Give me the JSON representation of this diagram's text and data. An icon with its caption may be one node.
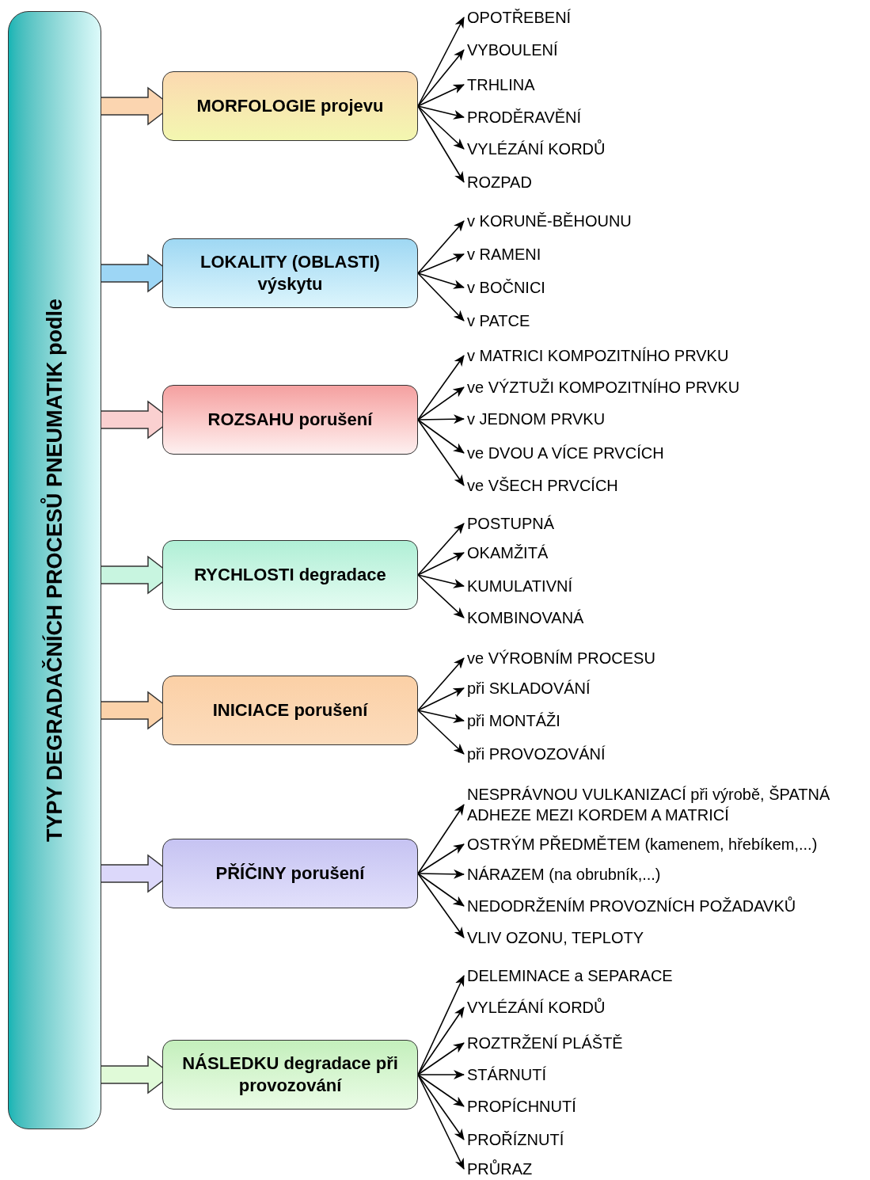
{
  "diagram": {
    "nodes": [
      {
        "text": [
          "TYPY DEGRADAČNÍCH PROCESŮ PNEUMATIK podle"
        ]
      },
      {
        "text": [
          "MORFOLOGIE projevu"
        ]
      },
      {
        "text": [
          "OPOTŘEBENÍ"
        ]
      },
      {
        "text": [
          "VYBOULENÍ"
        ]
      },
      {
        "text": [
          "TRHLINA"
        ]
      },
      {
        "text": [
          "PRODĚRAVĚNÍ"
        ]
      },
      {
        "text": [
          "VYLÉZÁNÍ KORDŮ"
        ]
      },
      {
        "text": [
          "ROZPAD"
        ]
      },
      {
        "text": [
          "LOKALITY (OBLASTI) výskytu"
        ]
      },
      {
        "text": [
          "v KORUNĚ-BĚHOUNU"
        ]
      },
      {
        "text": [
          "v RAMENI"
        ]
      },
      {
        "text": [
          "v BOČNICI"
        ]
      },
      {
        "text": [
          "v PATCE"
        ]
      },
      {
        "text": [
          "ROZSAHU porušení"
        ]
      },
      {
        "text": [
          "v MATRICI KOMPOZITNÍHO PRVKU"
        ]
      },
      {
        "text": [
          "ve VÝZTUŽI KOMPOZITNÍHO PRVKU"
        ]
      },
      {
        "text": [
          "v JEDNOM PRVKU"
        ]
      },
      {
        "text": [
          "ve DVOU A VÍCE PRVCÍCH"
        ]
      },
      {
        "text": [
          "ve VŠECH PRVCÍCH"
        ]
      },
      {
        "text": [
          "RYCHLOSTI degradace"
        ]
      },
      {
        "text": [
          "POSTUPNÁ"
        ]
      },
      {
        "text": [
          "OKAMŽITÁ"
        ]
      },
      {
        "text": [
          "KUMULATIVNÍ"
        ]
      },
      {
        "text": [
          "KOMBINOVANÁ"
        ]
      },
      {
        "text": [
          "INICIACE porušení"
        ]
      },
      {
        "text": [
          "ve VÝROBNÍM PROCESU"
        ]
      },
      {
        "text": [
          "při SKLADOVÁNÍ"
        ]
      },
      {
        "text": [
          "při MONTÁŽI"
        ]
      },
      {
        "text": [
          "při PROVOZOVÁNÍ"
        ]
      },
      {
        "text": [
          "PŘÍČINY porušení"
        ]
      },
      {
        "text": [
          "NESPRÁVNOU VULKANIZACÍ při výrobě, ŠPATNÁ ADHEZE MEZI KORDEM A MATRICÍ"
        ]
      },
      {
        "text": [
          "OSTRÝM PŘEDMĚTEM (kamenem, hřebíkem,...)"
        ]
      },
      {
        "text": [
          "NÁRAZEM (na obrubník,...)"
        ]
      },
      {
        "text": [
          "NEDODRŽENÍM PROVOZNÍCH POŽADAVKŮ"
        ]
      },
      {
        "text": [
          "VLIV OZONU, TEPLOTY"
        ]
      },
      {
        "text": [
          "NÁSLEDKU degradace při provozování"
        ]
      },
      {
        "text": [
          "DELEMINACE a SEPARACE"
        ]
      },
      {
        "text": [
          "VYLÉZÁNÍ KORDŮ"
        ]
      },
      {
        "text": [
          "ROZTRŽENÍ PLÁŠTĚ"
        ]
      },
      {
        "text": [
          "STÁRNUTÍ"
        ]
      },
      {
        "text": [
          "PROPÍCHNUTÍ"
        ]
      },
      {
        "text": [
          "PROŘÍZNUTÍ"
        ]
      },
      {
        "text": [
          "PRŮRAZ"
        ]
      }
    ],
    "edges": [
      {
        "from": 0,
        "to": 1,
        "arrow": "to",
        "style": "thick",
        "color": "#fbd5b0"
      },
      {
        "from": 1,
        "to": 2,
        "arrow": "to"
      },
      {
        "from": 1,
        "to": 3,
        "arrow": "to"
      },
      {
        "from": 1,
        "to": 4,
        "arrow": "to"
      },
      {
        "from": 1,
        "to": 5,
        "arrow": "to"
      },
      {
        "from": 1,
        "to": 6,
        "arrow": "to"
      },
      {
        "from": 1,
        "to": 7,
        "arrow": "to"
      },
      {
        "from": 0,
        "to": 8,
        "arrow": "to",
        "style": "thick",
        "color": "#9dd6f5"
      },
      {
        "from": 8,
        "to": 9,
        "arrow": "to"
      },
      {
        "from": 8,
        "to": 10,
        "arrow": "to"
      },
      {
        "from": 8,
        "to": 11,
        "arrow": "to"
      },
      {
        "from": 8,
        "to": 12,
        "arrow": "to"
      },
      {
        "from": 0,
        "to": 13,
        "arrow": "to",
        "style": "thick",
        "color": "#fad0d0"
      },
      {
        "from": 13,
        "to": 14,
        "arrow": "to"
      },
      {
        "from": 13,
        "to": 15,
        "arrow": "to"
      },
      {
        "from": 13,
        "to": 16,
        "arrow": "to"
      },
      {
        "from": 13,
        "to": 17,
        "arrow": "to"
      },
      {
        "from": 13,
        "to": 18,
        "arrow": "to"
      },
      {
        "from": 0,
        "to": 19,
        "arrow": "to",
        "style": "thick",
        "color": "#c8f5e0"
      },
      {
        "from": 19,
        "to": 20,
        "arrow": "to"
      },
      {
        "from": 19,
        "to": 21,
        "arrow": "to"
      },
      {
        "from": 19,
        "to": 22,
        "arrow": "to"
      },
      {
        "from": 19,
        "to": 23,
        "arrow": "to"
      },
      {
        "from": 0,
        "to": 24,
        "arrow": "to",
        "style": "thick",
        "color": "#fbd2aa"
      },
      {
        "from": 24,
        "to": 25,
        "arrow": "to"
      },
      {
        "from": 24,
        "to": 26,
        "arrow": "to"
      },
      {
        "from": 24,
        "to": 27,
        "arrow": "to"
      },
      {
        "from": 24,
        "to": 28,
        "arrow": "to"
      },
      {
        "from": 0,
        "to": 29,
        "arrow": "to",
        "style": "thick",
        "color": "#dcd8fa"
      },
      {
        "from": 29,
        "to": 30,
        "arrow": "to"
      },
      {
        "from": 29,
        "to": 31,
        "arrow": "to"
      },
      {
        "from": 29,
        "to": 32,
        "arrow": "to"
      },
      {
        "from": 29,
        "to": 33,
        "arrow": "to"
      },
      {
        "from": 29,
        "to": 34,
        "arrow": "to"
      },
      {
        "from": 0,
        "to": 35,
        "arrow": "to",
        "style": "thick",
        "color": "#e0fad8"
      },
      {
        "from": 35,
        "to": 36,
        "arrow": "to"
      },
      {
        "from": 35,
        "to": 37,
        "arrow": "to"
      },
      {
        "from": 35,
        "to": 38,
        "arrow": "to"
      },
      {
        "from": 35,
        "to": 39,
        "arrow": "to"
      },
      {
        "from": 35,
        "to": 40,
        "arrow": "to"
      },
      {
        "from": 35,
        "to": 41,
        "arrow": "to"
      },
      {
        "from": 35,
        "to": 42,
        "arrow": "to"
      }
    ]
  }
}
